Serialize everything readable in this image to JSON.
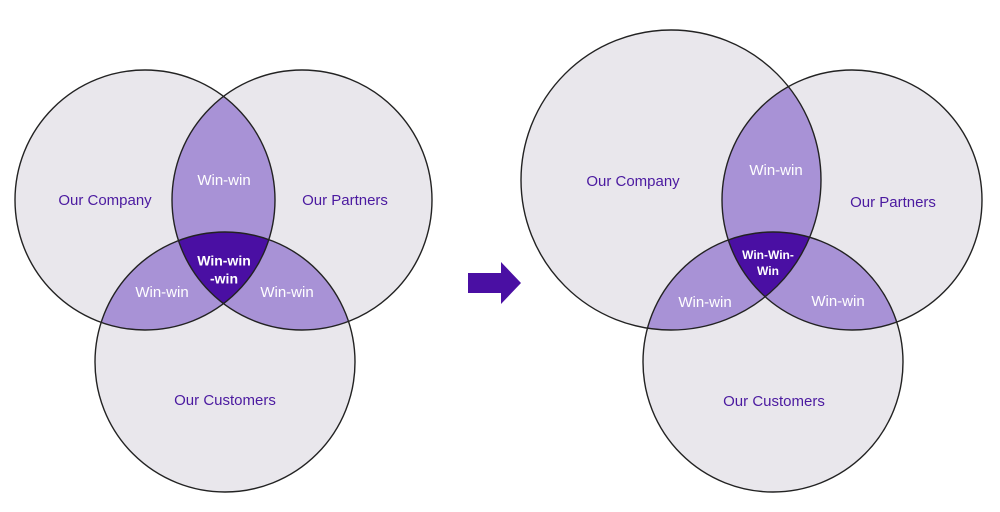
{
  "colors": {
    "circle": "#e9e7ec",
    "overlap_pair": "#a892d6",
    "overlap_all": "#4a0fa3",
    "label_text": "#4b1aa0",
    "arrow": "#4a0fa3"
  },
  "left_diagram": {
    "sets": {
      "company": "Our Company",
      "partners": "Our Partners",
      "customers": "Our Customers"
    },
    "overlaps": {
      "company_partners": "Win-win",
      "company_customers": "Win-win",
      "partners_customers": "Win-win",
      "all": [
        "Win-win",
        "-win"
      ]
    }
  },
  "arrow_icon": "right-arrow-icon",
  "right_diagram": {
    "sets": {
      "company": "Our Company",
      "partners": "Our Partners",
      "customers": "Our Customers"
    },
    "overlaps": {
      "company_partners": "Win-win",
      "company_customers": "Win-win",
      "partners_customers": "Win-win",
      "all": [
        "Win-Win-",
        "Win"
      ]
    }
  }
}
